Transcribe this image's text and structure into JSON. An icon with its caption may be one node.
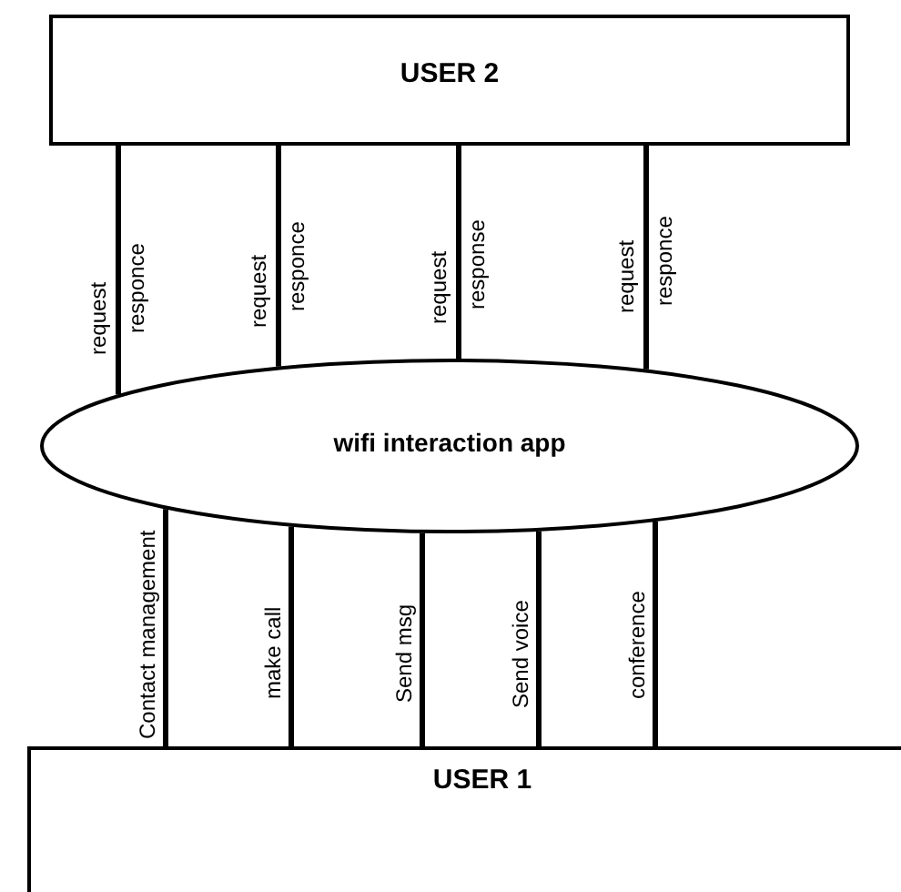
{
  "diagram": {
    "nodes": [
      {
        "text": [
          "USER 2"
        ]
      },
      {
        "text": [
          "wifi interaction app"
        ]
      },
      {
        "text": [
          "USER 1"
        ]
      }
    ],
    "edges": [
      {
        "from": 0,
        "to": 1,
        "arrow": "none"
      },
      {
        "from": 0,
        "to": 1,
        "arrow": "none"
      },
      {
        "from": 0,
        "to": 1,
        "arrow": "none"
      },
      {
        "from": 0,
        "to": 1,
        "arrow": "none"
      },
      {
        "from": 1,
        "to": 2,
        "arrow": "none",
        "label": "Contact management"
      },
      {
        "from": 1,
        "to": 2,
        "arrow": "none",
        "label": "make call"
      },
      {
        "from": 1,
        "to": 2,
        "arrow": "none",
        "label": "Send msg"
      },
      {
        "from": 1,
        "to": 2,
        "arrow": "none",
        "label": "Send voice"
      },
      {
        "from": 1,
        "to": 2,
        "arrow": "none",
        "label": "conference"
      }
    ],
    "labels": [
      "request",
      "responce",
      "request",
      "responce",
      "request",
      "response",
      "request",
      "responce"
    ]
  }
}
